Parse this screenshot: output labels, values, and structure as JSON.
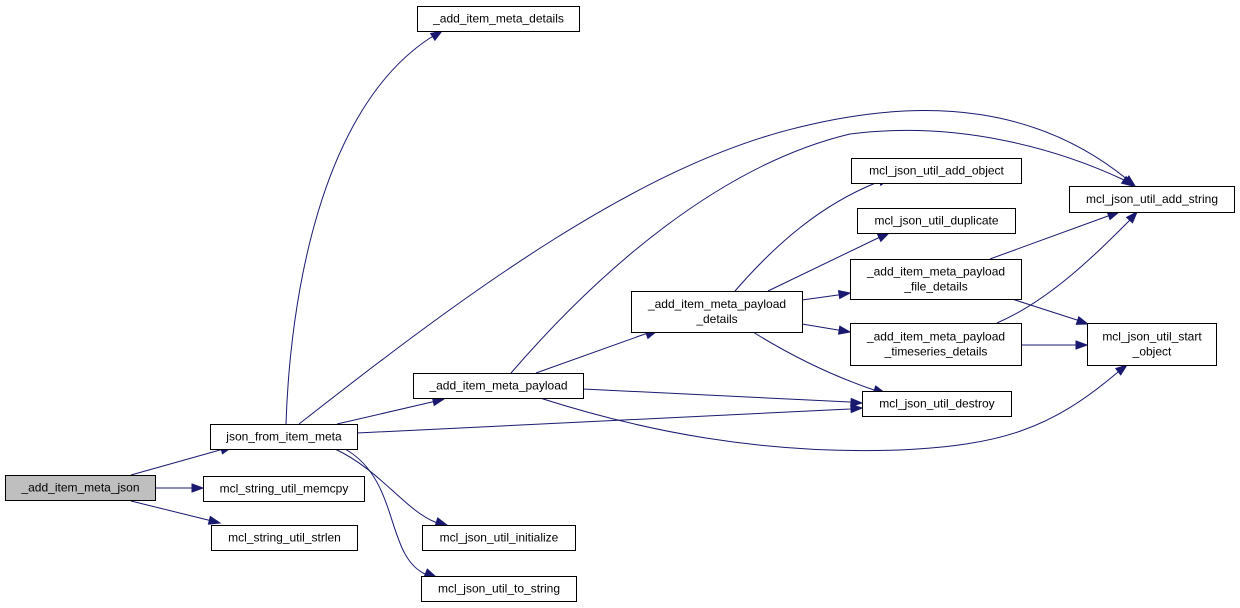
{
  "diagram": {
    "nodes": [
      {
        "id": "add_item_meta_json",
        "lines": [
          "_add_item_meta_json"
        ],
        "highlighted": true
      },
      {
        "id": "json_from_item_meta",
        "lines": [
          "json_from_item_meta"
        ]
      },
      {
        "id": "mcl_string_util_memcpy",
        "lines": [
          "mcl_string_util_memcpy"
        ]
      },
      {
        "id": "mcl_string_util_strlen",
        "lines": [
          "mcl_string_util_strlen"
        ]
      },
      {
        "id": "add_item_meta_details",
        "lines": [
          "_add_item_meta_details"
        ]
      },
      {
        "id": "add_item_meta_payload",
        "lines": [
          "_add_item_meta_payload"
        ]
      },
      {
        "id": "mcl_json_util_destroy",
        "lines": [
          "mcl_json_util_destroy"
        ]
      },
      {
        "id": "mcl_json_util_initialize",
        "lines": [
          "mcl_json_util_initialize"
        ]
      },
      {
        "id": "mcl_json_util_to_string",
        "lines": [
          "mcl_json_util_to_string"
        ]
      },
      {
        "id": "mcl_json_util_add_string",
        "lines": [
          "mcl_json_util_add_string"
        ]
      },
      {
        "id": "add_item_meta_payload_details",
        "lines": [
          "_add_item_meta_payload",
          "_details"
        ]
      },
      {
        "id": "mcl_json_util_start_object",
        "lines": [
          "mcl_json_util_start",
          "_object"
        ]
      },
      {
        "id": "mcl_json_util_add_object",
        "lines": [
          "mcl_json_util_add_object"
        ]
      },
      {
        "id": "mcl_json_util_duplicate",
        "lines": [
          "mcl_json_util_duplicate"
        ]
      },
      {
        "id": "add_item_meta_payload_file_details",
        "lines": [
          "_add_item_meta_payload",
          "_file_details"
        ]
      },
      {
        "id": "add_item_meta_payload_timeseries_details",
        "lines": [
          "_add_item_meta_payload",
          "_timeseries_details"
        ]
      }
    ],
    "edges": [
      {
        "from": "add_item_meta_json",
        "to": "json_from_item_meta"
      },
      {
        "from": "add_item_meta_json",
        "to": "mcl_string_util_memcpy"
      },
      {
        "from": "add_item_meta_json",
        "to": "mcl_string_util_strlen"
      },
      {
        "from": "json_from_item_meta",
        "to": "add_item_meta_details"
      },
      {
        "from": "json_from_item_meta",
        "to": "add_item_meta_payload"
      },
      {
        "from": "json_from_item_meta",
        "to": "mcl_json_util_destroy"
      },
      {
        "from": "json_from_item_meta",
        "to": "mcl_json_util_initialize"
      },
      {
        "from": "json_from_item_meta",
        "to": "mcl_json_util_to_string"
      },
      {
        "from": "json_from_item_meta",
        "to": "mcl_json_util_add_string"
      },
      {
        "from": "add_item_meta_payload",
        "to": "add_item_meta_payload_details"
      },
      {
        "from": "add_item_meta_payload",
        "to": "mcl_json_util_destroy"
      },
      {
        "from": "add_item_meta_payload",
        "to": "mcl_json_util_add_string"
      },
      {
        "from": "add_item_meta_payload",
        "to": "mcl_json_util_start_object"
      },
      {
        "from": "add_item_meta_payload_details",
        "to": "mcl_json_util_add_object"
      },
      {
        "from": "add_item_meta_payload_details",
        "to": "mcl_json_util_duplicate"
      },
      {
        "from": "add_item_meta_payload_details",
        "to": "add_item_meta_payload_file_details"
      },
      {
        "from": "add_item_meta_payload_details",
        "to": "add_item_meta_payload_timeseries_details"
      },
      {
        "from": "add_item_meta_payload_details",
        "to": "mcl_json_util_destroy"
      },
      {
        "from": "add_item_meta_payload_file_details",
        "to": "mcl_json_util_add_string"
      },
      {
        "from": "add_item_meta_payload_file_details",
        "to": "mcl_json_util_start_object"
      },
      {
        "from": "add_item_meta_payload_timeseries_details",
        "to": "mcl_json_util_add_string"
      },
      {
        "from": "add_item_meta_payload_timeseries_details",
        "to": "mcl_json_util_start_object"
      }
    ]
  },
  "colors": {
    "edge": "#191970",
    "node_fill": "#ffffff",
    "highlight_fill": "#bfbfbf",
    "border": "#000000"
  }
}
